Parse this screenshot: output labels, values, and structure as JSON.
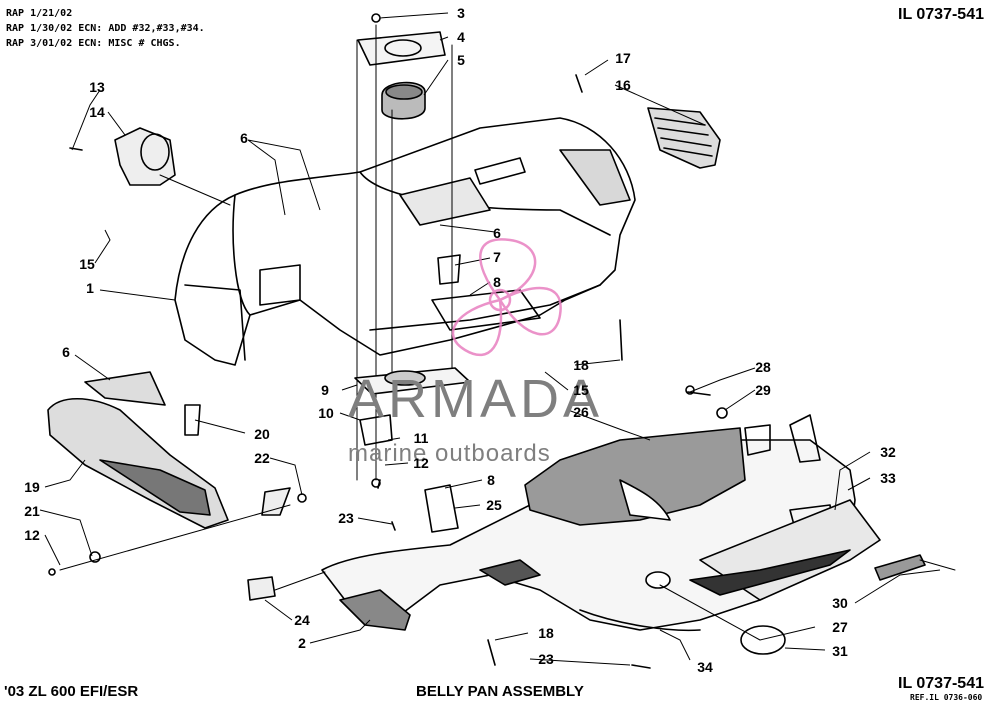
{
  "header": {
    "revisions": [
      "RAP 1/21/02",
      "RAP 1/30/02 ECN: ADD #32,#33,#34.",
      "RAP 3/01/02 ECN: MISC # CHGS."
    ],
    "illustration_number": "IL 0737-541"
  },
  "watermark": {
    "brand": "ARMADA",
    "tagline": "marine outboards",
    "accent_color": "#e87fc0"
  },
  "footer": {
    "model": "'03 ZL 600 EFI/ESR",
    "title": "BELLY PAN ASSEMBLY",
    "illustration_number": "IL 0737-541",
    "reference": "REF.IL 0736-060"
  },
  "callouts": [
    "3",
    "4",
    "5",
    "17",
    "16",
    "13",
    "14",
    "6",
    "6",
    "15",
    "1",
    "7",
    "8",
    "18",
    "9",
    "15",
    "26",
    "28",
    "29",
    "10",
    "11",
    "12",
    "20",
    "22",
    "8",
    "25",
    "32",
    "33",
    "19",
    "21",
    "12",
    "23",
    "24",
    "2",
    "18",
    "23",
    "34",
    "30",
    "27",
    "31",
    "6"
  ]
}
